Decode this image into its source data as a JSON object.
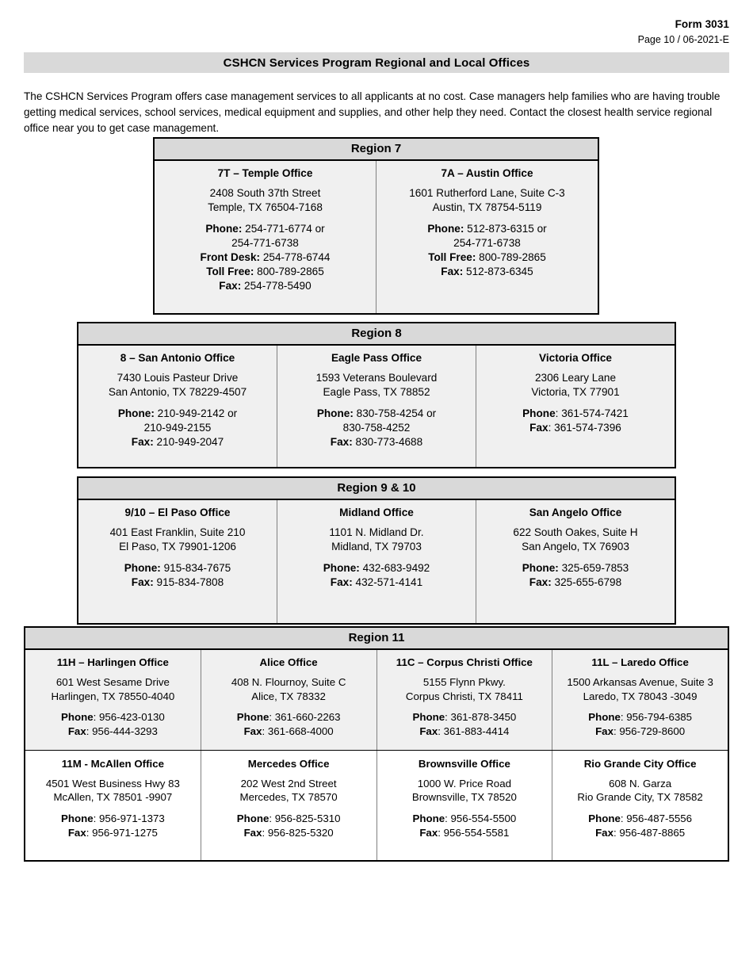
{
  "header": {
    "form_number": "Form 3031",
    "page_revision": "Page 10  / 06-2021-E"
  },
  "banner": {
    "title": "CSHCN Services Program Regional and Local Offices"
  },
  "intro": {
    "paragraph": "The CSHCN Services Program offers case management services to all applicants at no cost. Case managers help families who are having trouble getting medical services, school services, medical equipment and supplies, and other help they need. Contact the closest health service regional office near you to get case management."
  },
  "tables": [
    {
      "id": "table-region-7",
      "header": "Region 7",
      "rows": [
        {
          "offices": [
            {
              "name": "7T – Temple Office",
              "address_line1": "2408 South 37th Street",
              "address_line2": "Temple, TX 76504-7168",
              "contacts": [
                {
                  "label": "Phone:",
                  "value": " 254-771-6774 or"
                },
                {
                  "label": "",
                  "value": "254-771-6738"
                },
                {
                  "label": "Front Desk:",
                  "value": " 254-778-6744"
                },
                {
                  "label": "Toll Free:",
                  "value": " 800-789-2865"
                },
                {
                  "label": "Fax:",
                  "value": " 254-778-5490"
                }
              ]
            },
            {
              "name": "7A – Austin Office",
              "address_line1": "1601 Rutherford Lane, Suite C-3",
              "address_line2": "Austin, TX 78754-5119",
              "contacts": [
                {
                  "label": "Phone:",
                  "value": " 512-873-6315 or"
                },
                {
                  "label": "",
                  "value": "254-771-6738"
                },
                {
                  "label": "Toll Free:",
                  "value": " 800-789-2865"
                },
                {
                  "label": "Fax:",
                  "value": " 512-873-6345"
                }
              ]
            }
          ]
        }
      ]
    },
    {
      "id": "table-region-8",
      "header": "Region 8",
      "rows": [
        {
          "offices": [
            {
              "name": "8 – San Antonio Office",
              "address_line1": "7430 Louis Pasteur Drive",
              "address_line2": "San Antonio, TX 78229-4507",
              "contacts": [
                {
                  "label": "Phone:",
                  "value": " 210-949-2142 or"
                },
                {
                  "label": "",
                  "value": "210-949-2155"
                },
                {
                  "label": "Fax:",
                  "value": " 210-949-2047"
                }
              ]
            },
            {
              "name": "Eagle Pass Office",
              "address_line1": "1593 Veterans Boulevard",
              "address_line2": "Eagle Pass, TX 78852",
              "contacts": [
                {
                  "label": "Phone:",
                  "value": " 830-758-4254 or"
                },
                {
                  "label": "",
                  "value": "830-758-4252"
                },
                {
                  "label": "Fax:",
                  "value": " 830-773-4688"
                }
              ]
            },
            {
              "name": "Victoria Office",
              "address_line1": "2306 Leary Lane",
              "address_line2": "Victoria, TX 77901",
              "contacts": [
                {
                  "label": "Phone",
                  "value": ": 361-574-7421"
                },
                {
                  "label": "Fax",
                  "value": ": 361-574-7396"
                }
              ]
            }
          ]
        }
      ]
    },
    {
      "id": "table-region-9-10",
      "header": "Region 9 & 10",
      "rows": [
        {
          "offices": [
            {
              "name": "9/10 – El Paso Office",
              "address_line1": "401 East Franklin, Suite 210",
              "address_line2": "El Paso, TX 79901-1206",
              "contacts": [
                {
                  "label": "Phone:",
                  "value": " 915-834-7675"
                },
                {
                  "label": "Fax:",
                  "value": " 915-834-7808"
                }
              ]
            },
            {
              "name": "Midland Office",
              "address_line1": "1101 N. Midland Dr.",
              "address_line2": "Midland, TX 79703",
              "contacts": [
                {
                  "label": "Phone:",
                  "value": " 432-683-9492"
                },
                {
                  "label": "Fax:",
                  "value": " 432-571-4141"
                }
              ]
            },
            {
              "name": "San Angelo Office",
              "address_line1": "622 South Oakes, Suite H",
              "address_line2": "San Angelo, TX 76903",
              "contacts": [
                {
                  "label": "Phone:",
                  "value": " 325-659-7853"
                },
                {
                  "label": "Fax:",
                  "value": " 325-655-6798"
                }
              ]
            }
          ]
        }
      ]
    },
    {
      "id": "table-region-11",
      "header": "Region 11",
      "rows": [
        {
          "offices": [
            {
              "name": "11H – Harlingen Office",
              "address_line1": "601 West Sesame Drive",
              "address_line2": "Harlingen, TX 78550-4040",
              "contacts": [
                {
                  "label": "Phone",
                  "value": ": 956-423-0130"
                },
                {
                  "label": "Fax",
                  "value": ": 956-444-3293"
                }
              ]
            },
            {
              "name": "Alice Office",
              "address_line1": "408 N. Flournoy, Suite C",
              "address_line2": "Alice, TX 78332",
              "contacts": [
                {
                  "label": "Phone",
                  "value": ": 361-660-2263"
                },
                {
                  "label": "Fax",
                  "value": ": 361-668-4000"
                }
              ]
            },
            {
              "name": "11C – Corpus Christi Office",
              "address_line1": "5155 Flynn Pkwy.",
              "address_line2": "Corpus Christi, TX 78411",
              "contacts": [
                {
                  "label": "Phone",
                  "value": ": 361-878-3450"
                },
                {
                  "label": "Fax",
                  "value": ": 361-883-4414"
                }
              ]
            },
            {
              "name": "11L – Laredo Office",
              "address_line1": "1500 Arkansas Avenue, Suite 3",
              "address_line2": "Laredo, TX 78043 -3049",
              "contacts": [
                {
                  "label": "Phone",
                  "value": ": 956-794-6385"
                },
                {
                  "label": "Fax",
                  "value": ": 956-729-8600"
                }
              ]
            }
          ]
        },
        {
          "offices": [
            {
              "name": "11M - McAllen Office",
              "address_line1": "4501 West Business Hwy 83",
              "address_line2": "McAllen, TX 78501 -9907",
              "contacts": [
                {
                  "label": "Phone",
                  "value": ": 956-971-1373"
                },
                {
                  "label": "Fax",
                  "value": ": 956-971-1275"
                }
              ]
            },
            {
              "name": "Mercedes Office",
              "address_line1": "202 West 2nd Street",
              "address_line2": "Mercedes, TX 78570",
              "contacts": [
                {
                  "label": "Phone",
                  "value": ": 956-825-5310"
                },
                {
                  "label": "Fax",
                  "value": ": 956-825-5320"
                }
              ]
            },
            {
              "name": "Brownsville Office",
              "address_line1": "1000 W. Price Road",
              "address_line2": "Brownsville, TX 78520",
              "contacts": [
                {
                  "label": "Phone",
                  "value": ": 956-554-5500"
                },
                {
                  "label": "Fax",
                  "value": ": 956-554-5581"
                }
              ]
            },
            {
              "name": "Rio Grande City Office",
              "address_line1": "608 N. Garza",
              "address_line2": "Rio Grande City, TX 78582",
              "contacts": [
                {
                  "label": "Phone",
                  "value": ": 956-487-5556"
                },
                {
                  "label": "Fax",
                  "value": ": 956-487-8865"
                }
              ]
            }
          ]
        }
      ]
    }
  ],
  "colors": {
    "banner_bg": "#d9d9d9",
    "cell_bg": "#f0f0f0",
    "border": "#000000",
    "divider": "#808080"
  }
}
